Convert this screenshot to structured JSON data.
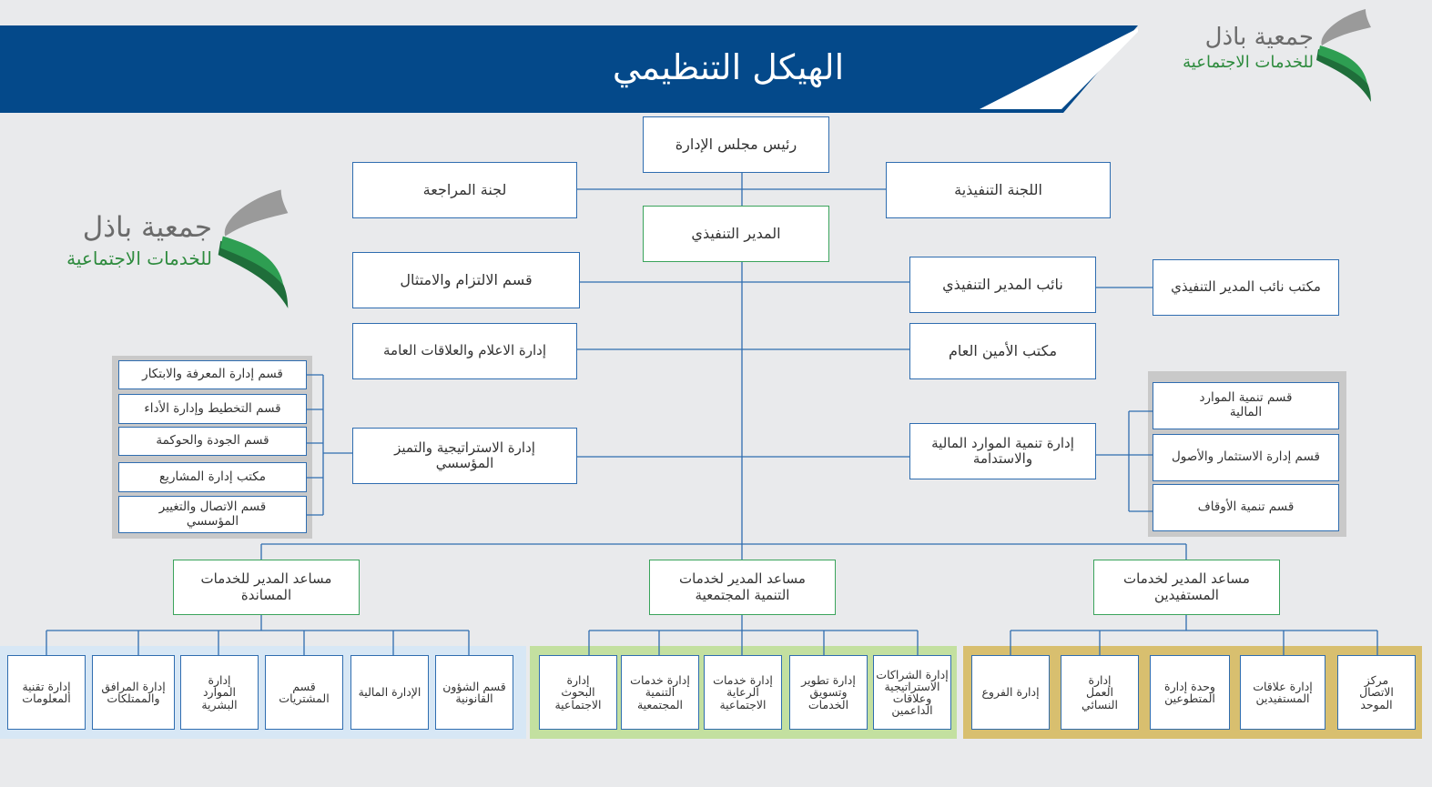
{
  "title": "الهيكل التنظيمي",
  "logo": {
    "name": "جمعية باذل",
    "subtitle": "للخدمات الاجتماعية"
  },
  "colors": {
    "banner": "#04498a",
    "line": "#2f6db0",
    "green_border": "#3aa35b",
    "zone_blue": "#d7e7f5",
    "zone_green": "#c3e0a0",
    "zone_gold": "#d8bf6f",
    "zone_gray": "#c9c9c9"
  },
  "boxes": {
    "board_chair": "رئيس مجلس الإدارة",
    "audit_committee": "لجنة المراجعة",
    "executive_committee": "اللجنة التنفيذية",
    "executive_director": "المدير التنفيذي",
    "compliance": "قسم الالتزام والامتثال",
    "deputy_director": "نائب المدير التنفيذي",
    "deputy_office": "مكتب نائب  المدير التنفيذي",
    "media_relations": "إدارة الاعلام والعلاقات العامة",
    "secretary_office": "مكتب الأمين العام",
    "strategy": "إدارة الاستراتيجية والتميز المؤسسي",
    "financial_development": "إدارة تنمية الموارد المالية والاستدامة",
    "assistant_support": "مساعد المدير  للخدمات المساندة",
    "assistant_community": "مساعد المدير  لخدمات التنمية المجتمعية",
    "assistant_beneficiaries": "مساعد المدير  لخدمات المستفيدين"
  },
  "strategy_sections": [
    "قسم إدارة المعرفة والابتكار",
    "قسم التخطيط وإدارة الأداء",
    "قسم الجودة والحوكمة",
    "مكتب إدارة المشاريع",
    "قسم الاتصال والتغيير المؤسسي"
  ],
  "finance_sections": [
    "قسم تنمية الموارد المالية",
    "قسم إدارة الاستثمار والأصول",
    "قسم تنمية الأوقاف"
  ],
  "support_units": [
    "قسم الشؤون القانونية",
    "الإدارة المالية",
    "قسم المشتريات",
    "إدارة الموارد البشرية",
    "إدارة المرافق والممتلكات",
    "إدارة تقنية المعلومات"
  ],
  "community_units": [
    "إدارة الشراكات الاستراتيجية وعلاقات الداعمين",
    "إدارة  تطوير وتسويق الخدمات",
    "إدارة خدمات الرعاية الاجتماعية",
    "إدارة خدمات التنمية المجتمعية",
    "إدارة البحوث الاجتماعية"
  ],
  "beneficiary_units": [
    "مركز الاتصال الموحد",
    "إدارة علاقات المستفيدين",
    "وحدة إدارة المتطوعين",
    "إدارة العمل النسائي",
    "إدارة الفروع"
  ]
}
